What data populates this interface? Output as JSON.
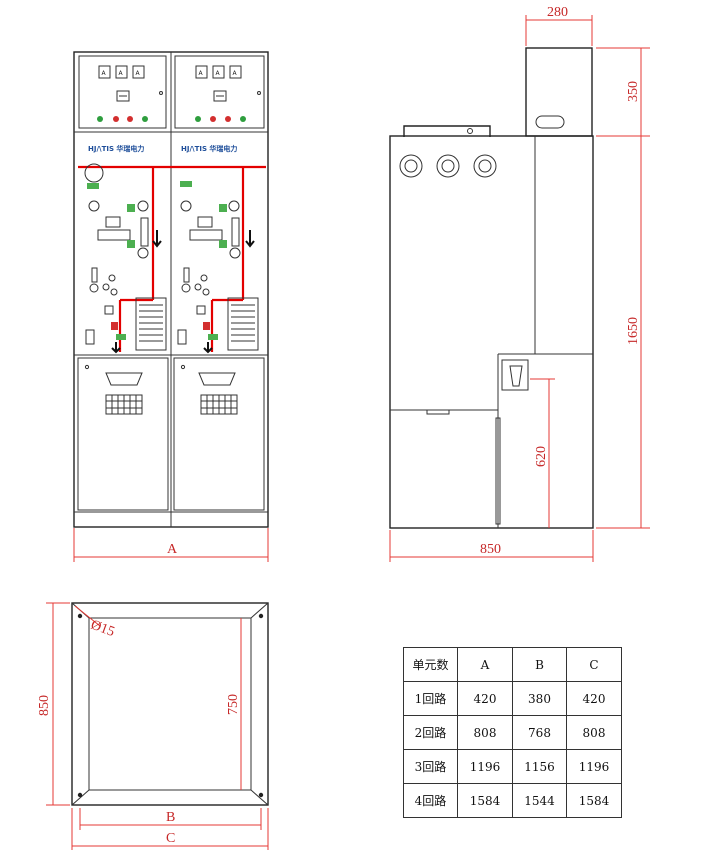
{
  "front_view": {
    "brand_text": "HJ/\\TIS 华瑞电力",
    "meter_label": "A",
    "dim_width_label": "A"
  },
  "side_view": {
    "dims": {
      "top_width": "280",
      "top_height": "350",
      "main_height": "1650",
      "lower_height": "620",
      "depth": "850"
    }
  },
  "base_view": {
    "dims": {
      "hole": "Ø15",
      "depth": "850",
      "inner": "750",
      "inner_width": "B",
      "outer_width": "C"
    }
  },
  "table": {
    "headers": [
      "单元数",
      "A",
      "B",
      "C"
    ],
    "rows": [
      [
        "1回路",
        "420",
        "380",
        "420"
      ],
      [
        "2回路",
        "808",
        "768",
        "808"
      ],
      [
        "3回路",
        "1196",
        "1156",
        "1196"
      ],
      [
        "4回路",
        "1584",
        "1544",
        "1584"
      ]
    ]
  }
}
